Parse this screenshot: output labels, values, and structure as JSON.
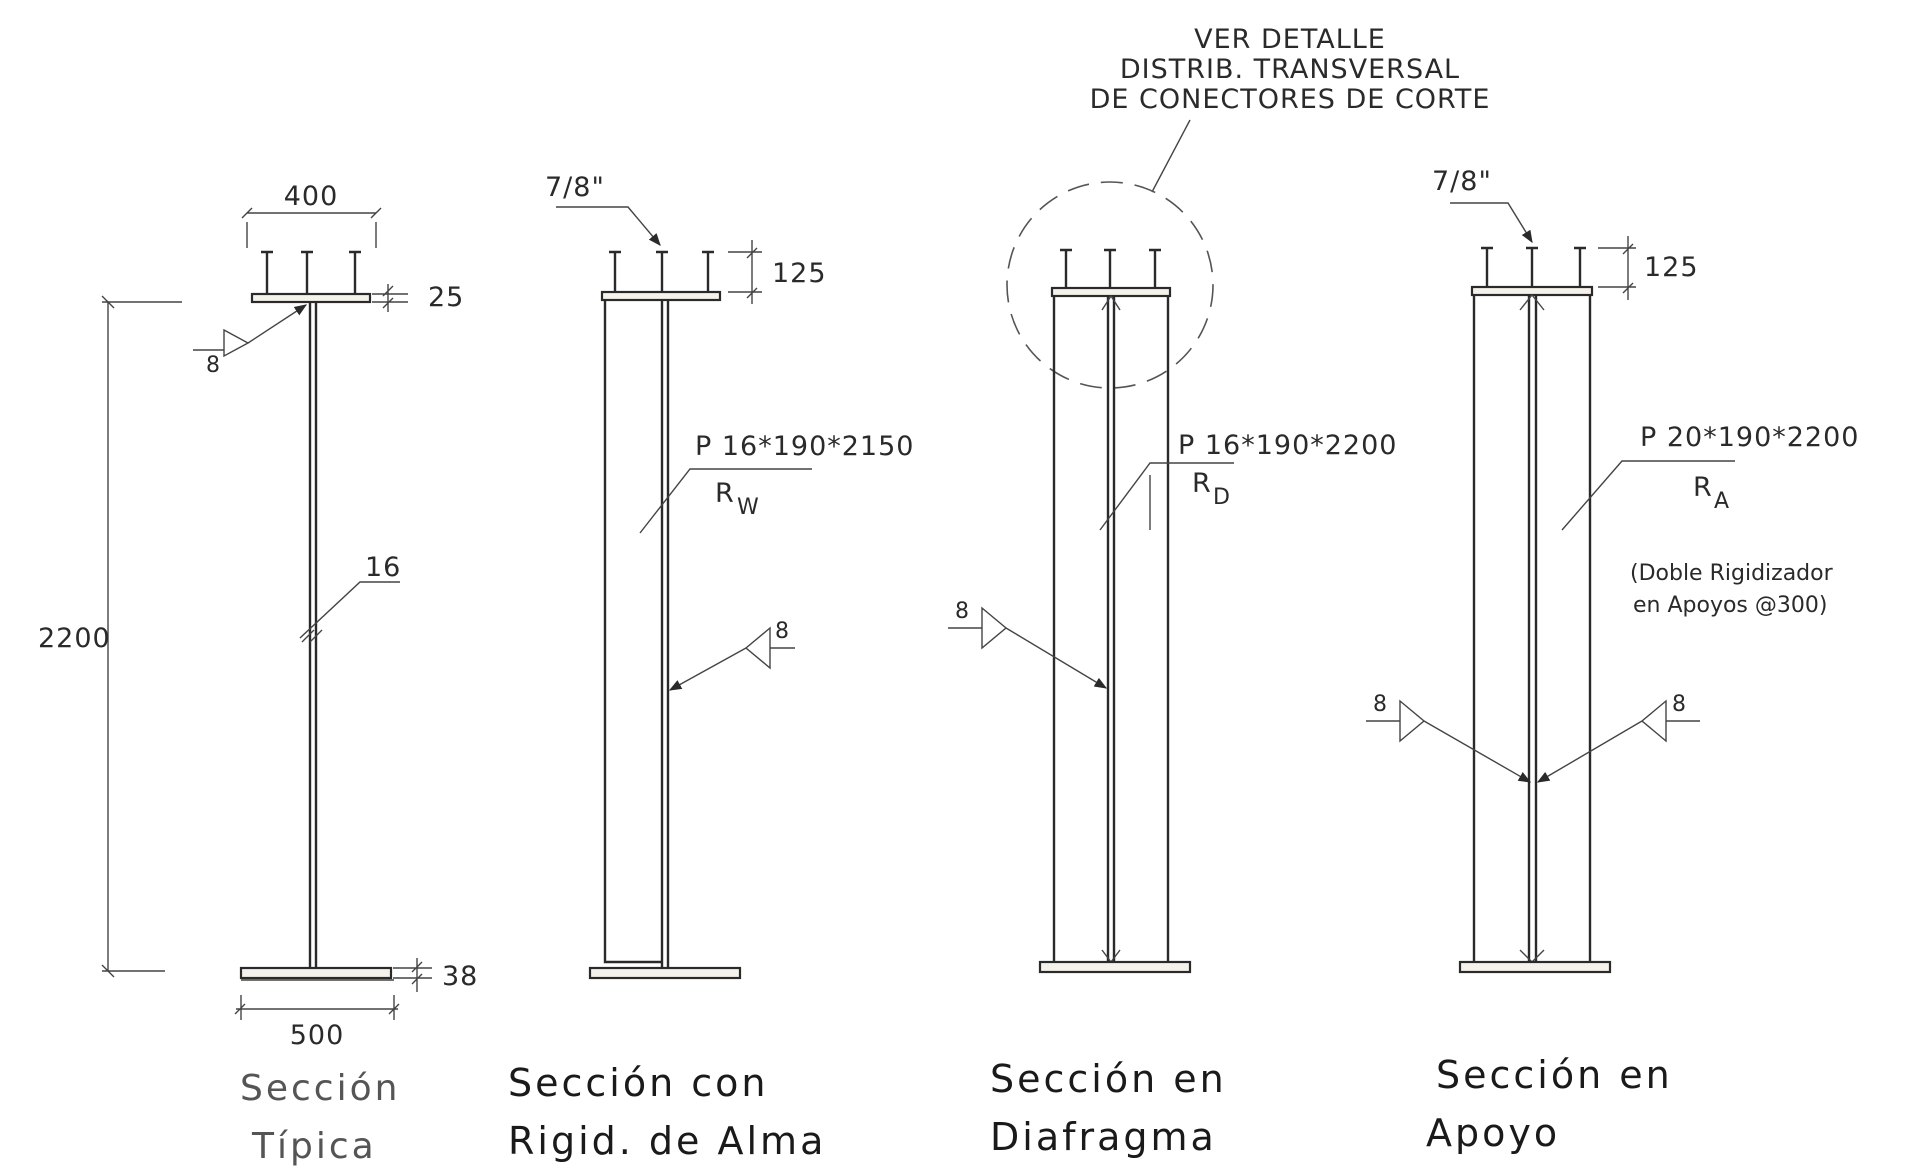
{
  "sections": [
    {
      "id": "tipica",
      "title": [
        "Sección",
        "Típica"
      ],
      "dims": {
        "flange_top": "400",
        "flange_top_thk": "25",
        "height": "2200",
        "web": "16",
        "flange_bot_thk": "38",
        "flange_bot": "500"
      },
      "weld": "8"
    },
    {
      "id": "rigid-alma",
      "title": [
        "Sección con",
        "Rigid. de Alma"
      ],
      "stud": "7/8\"",
      "stud_height": "125",
      "plate_label": "P 16*190*2150",
      "mark": "R",
      "mark_sub": "W",
      "weld": "8"
    },
    {
      "id": "diafragma",
      "title": [
        "Sección en",
        "Diafragma"
      ],
      "callout": [
        "VER DETALLE",
        "DISTRIB. TRANSVERSAL",
        "DE CONECTORES DE CORTE"
      ],
      "plate_label": "P 16*190*2200",
      "mark": "R",
      "mark_sub": "D",
      "weld": "8"
    },
    {
      "id": "apoyo",
      "title": [
        "Sección en",
        "Apoyo"
      ],
      "stud": "7/8\"",
      "stud_height": "125",
      "plate_label": "P 20*190*2200",
      "mark": "R",
      "mark_sub": "A",
      "note": [
        "(Doble Rigidizador",
        "en Apoyos @300)"
      ],
      "weld_left": "8",
      "weld_right": "8"
    }
  ]
}
